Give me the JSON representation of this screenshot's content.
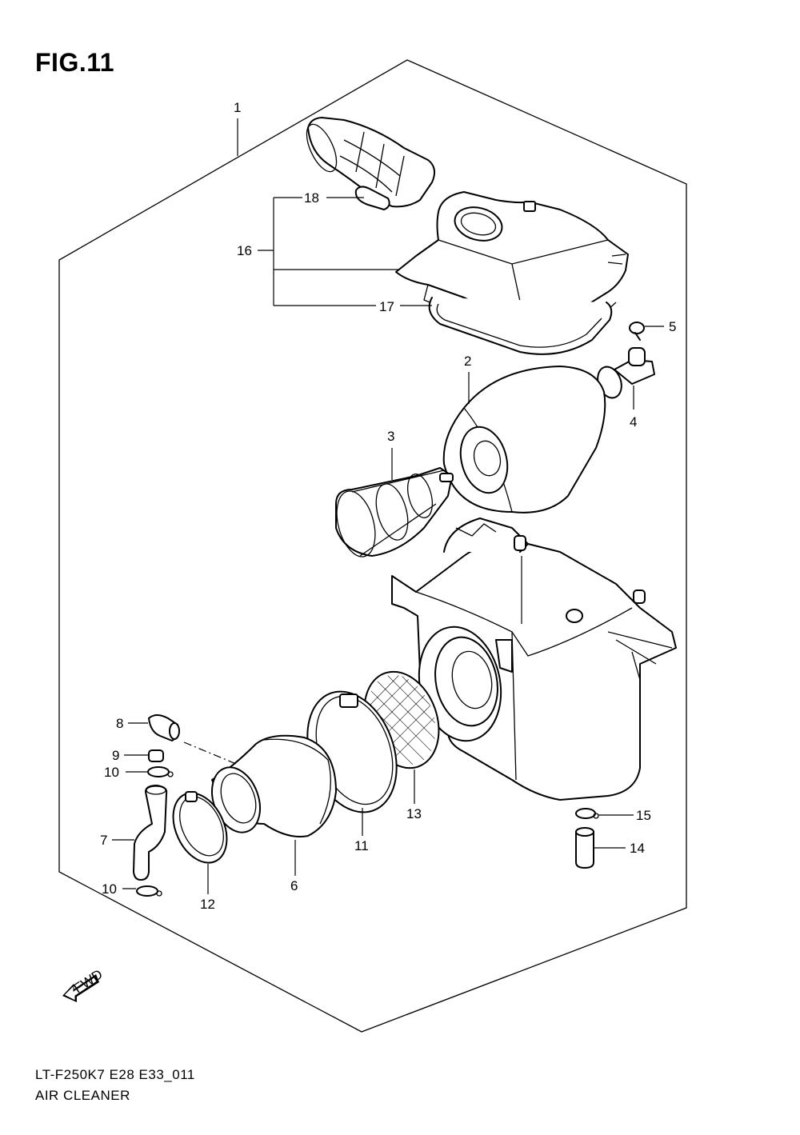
{
  "figure": {
    "title": "FIG.11",
    "code": "LT-F250K7 E28 E33_011",
    "name": "AIR CLEANER"
  },
  "callouts": {
    "c1": "1",
    "c2": "2",
    "c3": "3",
    "c4": "4",
    "c5": "5",
    "c6": "6",
    "c7": "7",
    "c8": "8",
    "c9": "9",
    "c10a": "10",
    "c10b": "10",
    "c11": "11",
    "c12": "12",
    "c13": "13",
    "c14": "14",
    "c15": "15",
    "c16": "16",
    "c17": "17",
    "c18": "18"
  },
  "badge": {
    "fwd": "FWD"
  }
}
